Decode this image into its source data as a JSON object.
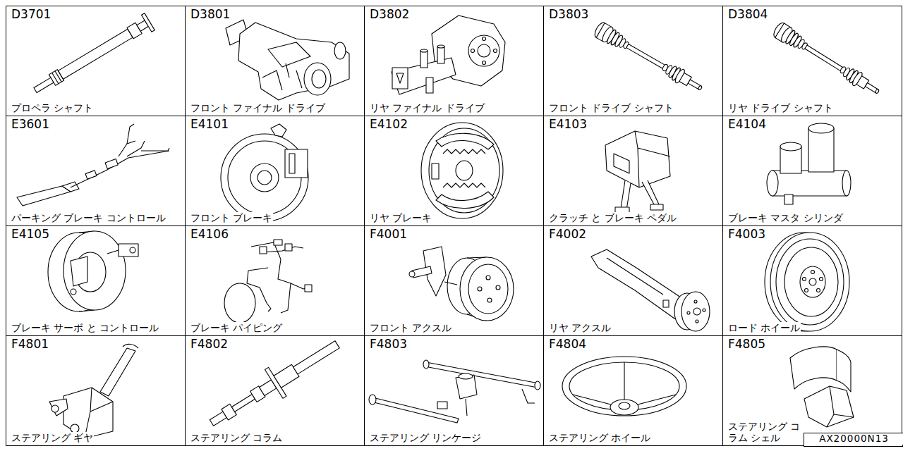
{
  "diagram": {
    "nodes": [
      {
        "text": [
          "D3701",
          "プロペラ シャフト"
        ]
      },
      {
        "text": [
          "D3801",
          "フロント ファイナル ドライブ"
        ]
      },
      {
        "text": [
          "D3802",
          "リヤ ファイナル ドライブ"
        ]
      },
      {
        "text": [
          "D3803",
          "フロント ドライブ シャフト"
        ]
      },
      {
        "text": [
          "D3804",
          "リヤ ドライブ シャフト"
        ]
      },
      {
        "text": [
          "E3601",
          "パーキング ブレーキ コントロール"
        ]
      },
      {
        "text": [
          "E4101",
          "フロント ブレーキ"
        ]
      },
      {
        "text": [
          "E4102",
          "リヤ ブレーキ"
        ]
      },
      {
        "text": [
          "E4103",
          "クラッチ と ブレーキ ペダル"
        ]
      },
      {
        "text": [
          "E4104",
          "ブレーキ マスタ シリンダ"
        ]
      },
      {
        "text": [
          "E4105",
          "ブレーキ サーボ と コントロール"
        ]
      },
      {
        "text": [
          "E4106",
          "ブレーキ パイピング"
        ]
      },
      {
        "text": [
          "F4001",
          "フロント アクスル"
        ]
      },
      {
        "text": [
          "F4002",
          "リヤ アクスル"
        ]
      },
      {
        "text": [
          "F4003",
          "ロード ホイール"
        ]
      },
      {
        "text": [
          "F4801",
          "ステアリング ギヤ"
        ]
      },
      {
        "text": [
          "F4802",
          "ステアリング コラム"
        ]
      },
      {
        "text": [
          "F4803",
          "ステアリング リンケージ"
        ]
      },
      {
        "text": [
          "F4804",
          "ステアリング ホイール"
        ]
      },
      {
        "text": [
          "F4805",
          "ステアリング コラム シェル"
        ]
      },
      {
        "text": [
          "AX20000N13"
        ],
        "in": 19
      }
    ]
  }
}
